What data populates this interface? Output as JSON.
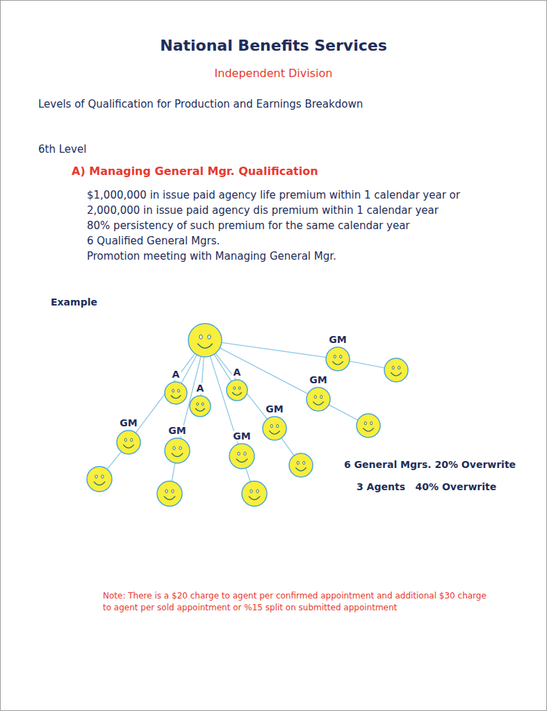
{
  "diagram": {
    "title": "National Benefits Services",
    "nodes": [
      {
        "text": []
      },
      {
        "text": [
          "GM"
        ],
        "in": 0
      },
      {
        "text": []
      },
      {
        "text": [
          "A"
        ]
      },
      {
        "text": [
          "A"
        ]
      },
      {
        "text": [
          "GM"
        ]
      },
      {
        "text": [
          "A"
        ]
      },
      {
        "text": []
      },
      {
        "text": [
          "GM"
        ]
      },
      {
        "text": [
          "GM"
        ]
      },
      {
        "text": [
          "GM"
        ]
      },
      {
        "text": [
          "GM"
        ]
      },
      {
        "text": []
      },
      {
        "text": []
      },
      {
        "text": []
      },
      {
        "text": []
      }
    ],
    "edges": [
      {
        "from": 0,
        "to": 1,
        "arrow": "none"
      },
      {
        "from": 0,
        "to": 3,
        "arrow": "none"
      },
      {
        "from": 0,
        "to": 4,
        "arrow": "none"
      },
      {
        "from": 0,
        "to": 5,
        "arrow": "none"
      },
      {
        "from": 0,
        "to": 6,
        "arrow": "none"
      },
      {
        "from": 0,
        "to": 8,
        "arrow": "none"
      },
      {
        "from": 0,
        "to": 9,
        "arrow": "none"
      },
      {
        "from": 0,
        "to": 10,
        "arrow": "none"
      },
      {
        "from": 0,
        "to": 11,
        "arrow": "none"
      },
      {
        "from": 1,
        "to": 2,
        "arrow": "none"
      },
      {
        "from": 5,
        "to": 7,
        "arrow": "none"
      },
      {
        "from": 8,
        "to": 12,
        "arrow": "none"
      },
      {
        "from": 9,
        "to": 13,
        "arrow": "none"
      },
      {
        "from": 10,
        "to": 14,
        "arrow": "none"
      },
      {
        "from": 11,
        "to": 15,
        "arrow": "none"
      }
    ],
    "labels": [
      "Independent Division",
      "Levels of Qualification for Production and Earnings Breakdown",
      "6th Level",
      "A) Managing General Mgr. Qualification",
      "$1,000,000 in issue paid agency life premium within 1 calendar year or",
      "2,000,000 in issue paid agency dis premium within 1 calendar year",
      "80% persistency of such premium for the same calendar year",
      "6 Qualified General Mgrs.",
      "Promotion meeting with Managing General Mgr.",
      "Example",
      "6 General Mgrs. 20% Overwrite",
      "3 Agents   40% Overwrite",
      "Note: There is a $20 charge to agent per confirmed appointment and additional $30 charge to agent per sold appointment or %15 split on submitted appointment"
    ]
  }
}
